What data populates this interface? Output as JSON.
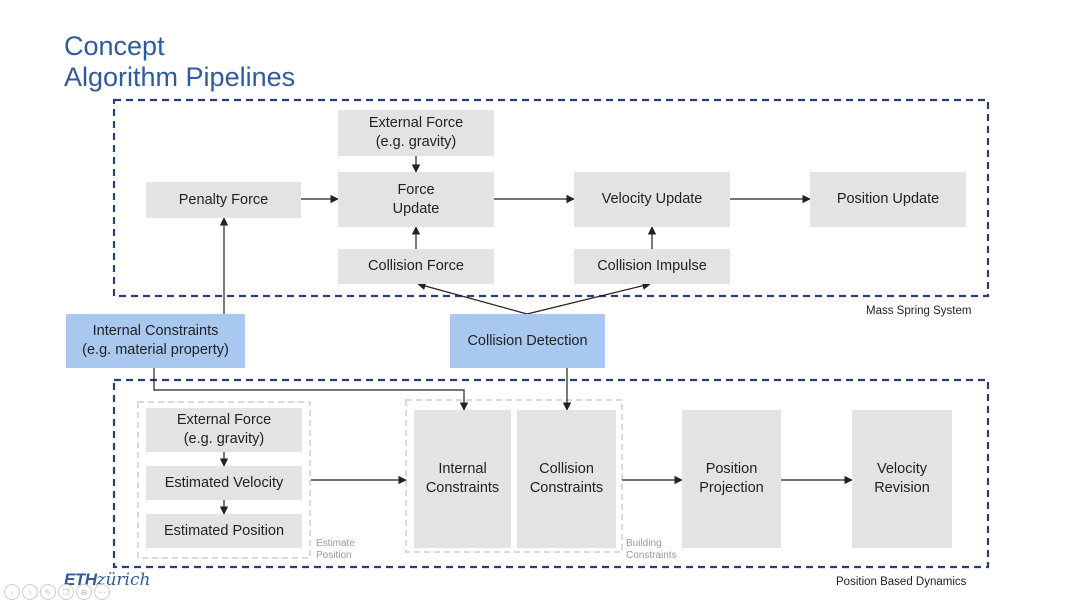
{
  "title": {
    "line1": "Concept",
    "line2": "Algorithm Pipelines"
  },
  "top_section": {
    "label": "Mass Spring System",
    "external_force": "External Force\n(e.g. gravity)",
    "penalty_force": "Penalty Force",
    "force_update": "Force\nUpdate",
    "velocity_update": "Velocity Update",
    "position_update": "Position Update",
    "collision_force": "Collision Force",
    "collision_impulse": "Collision Impulse"
  },
  "middle": {
    "internal_constraints": "Internal Constraints\n(e.g. material property)",
    "collision_detection": "Collision Detection"
  },
  "bottom_section": {
    "label": "Position Based Dynamics",
    "external_force": "External Force\n(e.g. gravity)",
    "estimated_velocity": "Estimated Velocity",
    "estimated_position": "Estimated Position",
    "estimate_group_label": "Estimate\nPosition",
    "internal_constraints": "Internal\nConstraints",
    "collision_constraints": "Collision\nConstraints",
    "building_group_label": "Building\nConstraints",
    "position_projection": "Position\nProjection",
    "velocity_revision": "Velocity\nRevision"
  },
  "footer": {
    "logo_bold": "ETH",
    "logo_italic": "zürich"
  },
  "colors": {
    "title": "#2f5b9e",
    "dashed_border": "#2a3f7a",
    "grey_box": "#e3e3e3",
    "blue_box": "#a9c8ef"
  },
  "nav_icons": [
    "prev-icon",
    "next-icon",
    "edit-icon",
    "copy-icon",
    "zoom-icon",
    "more-icon"
  ]
}
